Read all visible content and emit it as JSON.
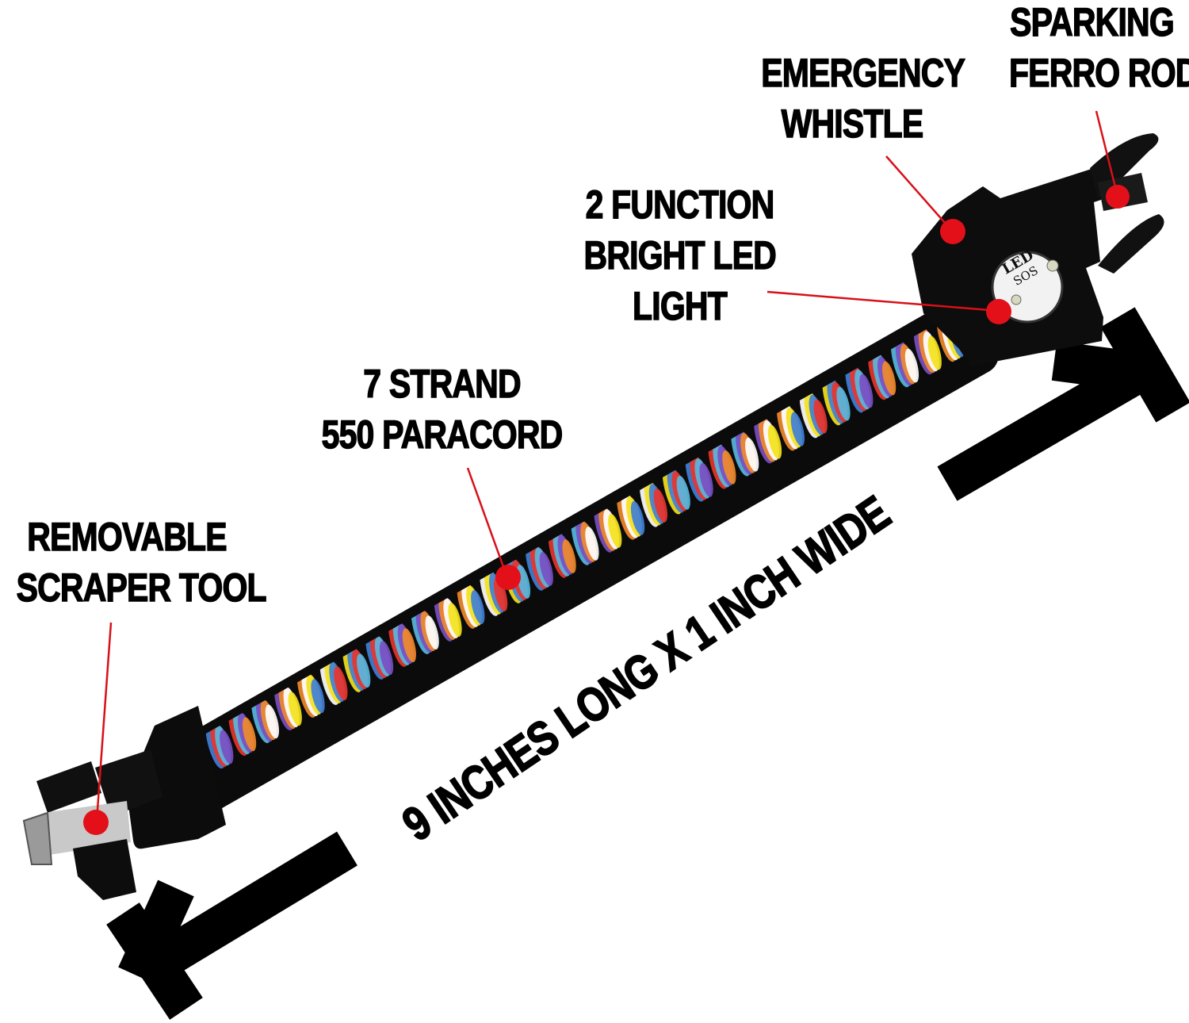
{
  "labels": {
    "ferro_rod": [
      "SPARKING",
      "FERRO ROD"
    ],
    "whistle": [
      "EMERGENCY",
      "WHISTLE"
    ],
    "led_light": [
      "2 FUNCTION",
      "BRIGHT LED",
      "LIGHT"
    ],
    "paracord": [
      "7 STRAND",
      "550 PARACORD"
    ],
    "scraper": [
      "REMOVABLE",
      "SCRAPER TOOL"
    ]
  },
  "dimension_text": "9 INCHES LONG X 1 INCH WIDE",
  "led_badge": {
    "top": "LED",
    "mid": "SOS"
  },
  "colors": {
    "callout_dot": "#e3101a",
    "callout_line": "#d81018",
    "text": "#000000",
    "background": "#ffffff",
    "cord_black": "#0b0b0b",
    "rainbow": [
      "#f4e21c",
      "#3f7fd8",
      "#e8352c",
      "#58b8e0",
      "#7a4fc2",
      "#f08a2a",
      "#ffffff"
    ]
  }
}
